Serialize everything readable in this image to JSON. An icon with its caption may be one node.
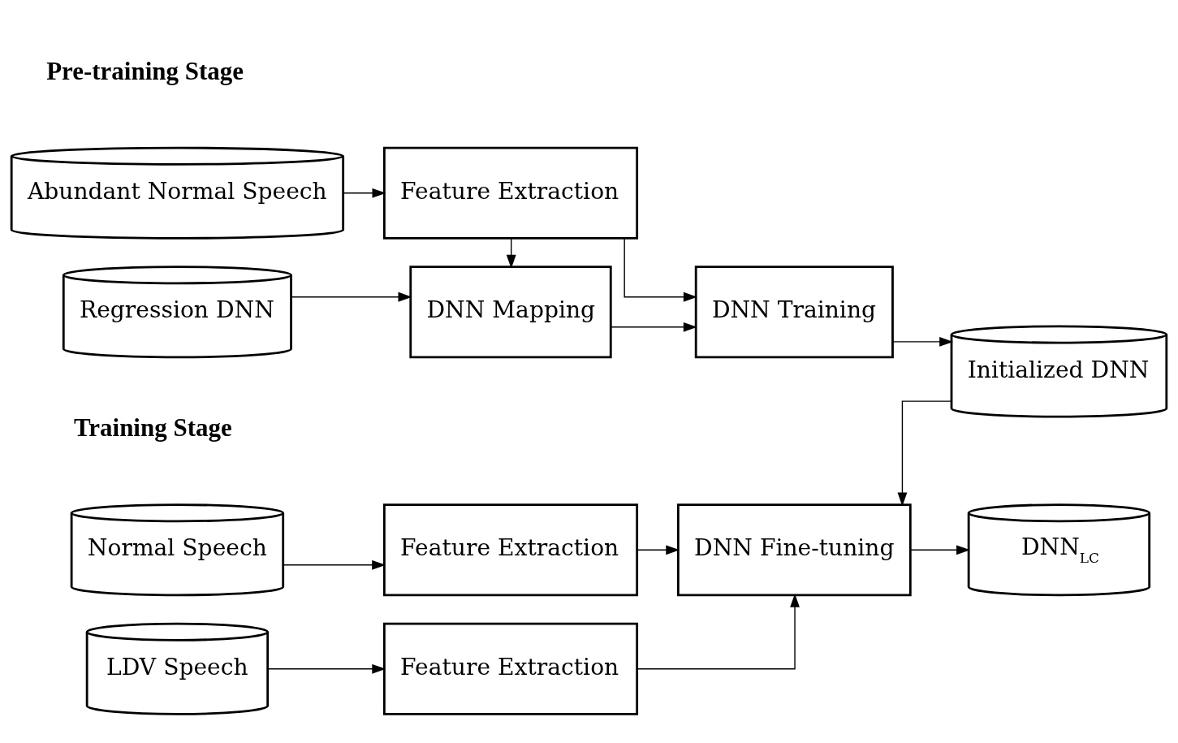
{
  "diagram": {
    "nodes": [
      {
        "text": [
          "Abundant Normal Speech"
        ]
      },
      {
        "text": [
          "Feature Extraction"
        ]
      },
      {
        "text": [
          "Regression DNN"
        ]
      },
      {
        "text": [
          "DNN Mapping"
        ]
      },
      {
        "text": [
          "DNN Training"
        ]
      },
      {
        "text": [
          "Initialized DNN"
        ]
      },
      {
        "text": [
          "Normal Speech"
        ]
      },
      {
        "text": [
          "Feature Extraction"
        ]
      },
      {
        "text": [
          "LDV Speech"
        ]
      },
      {
        "text": [
          "Feature Extraction"
        ]
      },
      {
        "text": [
          "DNN Fine-tuning"
        ]
      },
      {
        "text": [
          "DNN$_{LC}$"
        ]
      }
    ],
    "edges": [
      {
        "from": 0,
        "to": 1,
        "arrow": "to"
      },
      {
        "from": 1,
        "to": 3,
        "arrow": "to"
      },
      {
        "from": 2,
        "to": 3,
        "arrow": "to"
      },
      {
        "from": 1,
        "to": 4,
        "arrow": "to"
      },
      {
        "from": 3,
        "to": 4,
        "arrow": "to"
      },
      {
        "from": 4,
        "to": 5,
        "arrow": "to"
      },
      {
        "from": 5,
        "to": 10,
        "arrow": "to"
      },
      {
        "from": 6,
        "to": 7,
        "arrow": "to"
      },
      {
        "from": 8,
        "to": 9,
        "arrow": "to"
      },
      {
        "from": 7,
        "to": 10,
        "arrow": "to"
      },
      {
        "from": 9,
        "to": 10,
        "arrow": "to"
      },
      {
        "from": 10,
        "to": 11,
        "arrow": "to"
      }
    ],
    "labels": [
      "Pre-training Stage",
      "Training Stage"
    ]
  }
}
